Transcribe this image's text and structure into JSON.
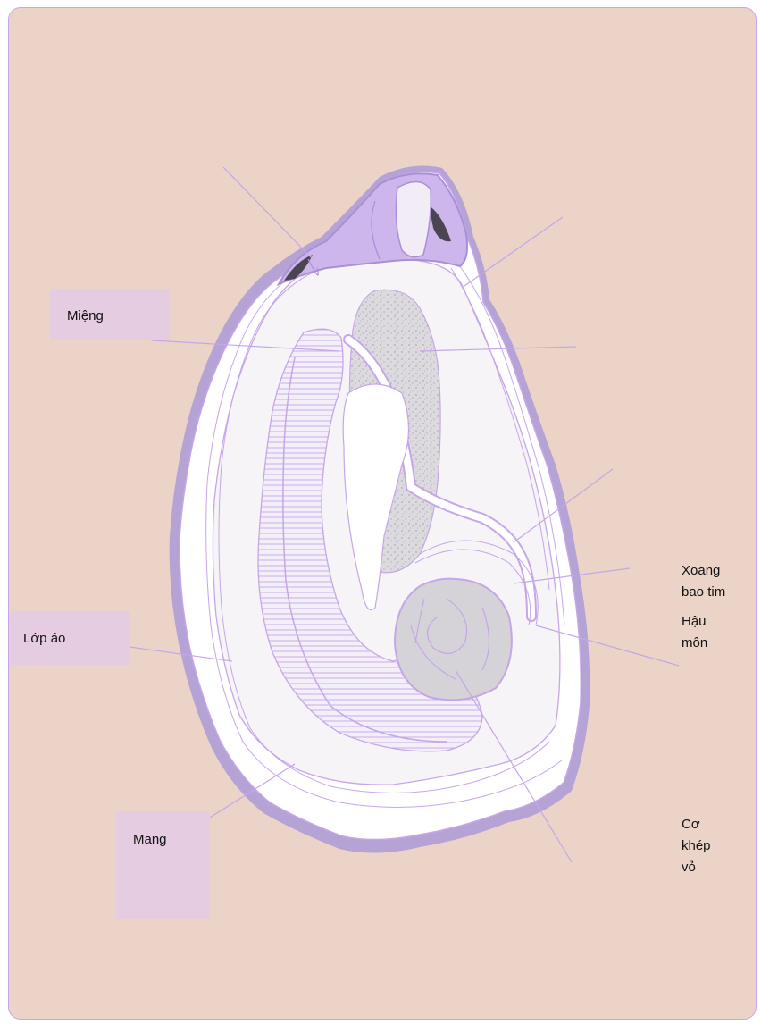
{
  "labels": {
    "mieng": "Miệng",
    "lop_ao": "Lớp áo",
    "mang": "Mang",
    "xoang_bao_tim": [
      "Xoang",
      "bao tim"
    ],
    "hau_mon": [
      "Hậu",
      "môn"
    ],
    "co_khep_vo": [
      "Cơ",
      "khép",
      "vỏ"
    ]
  },
  "colors": {
    "background": "#ebd3c7",
    "outline": "#c6a6e8",
    "shell_edge": "#a98fd6",
    "interior": "#f6f4f6",
    "organ_grey": "#d8d6da",
    "label_box": "#e5cce0"
  }
}
